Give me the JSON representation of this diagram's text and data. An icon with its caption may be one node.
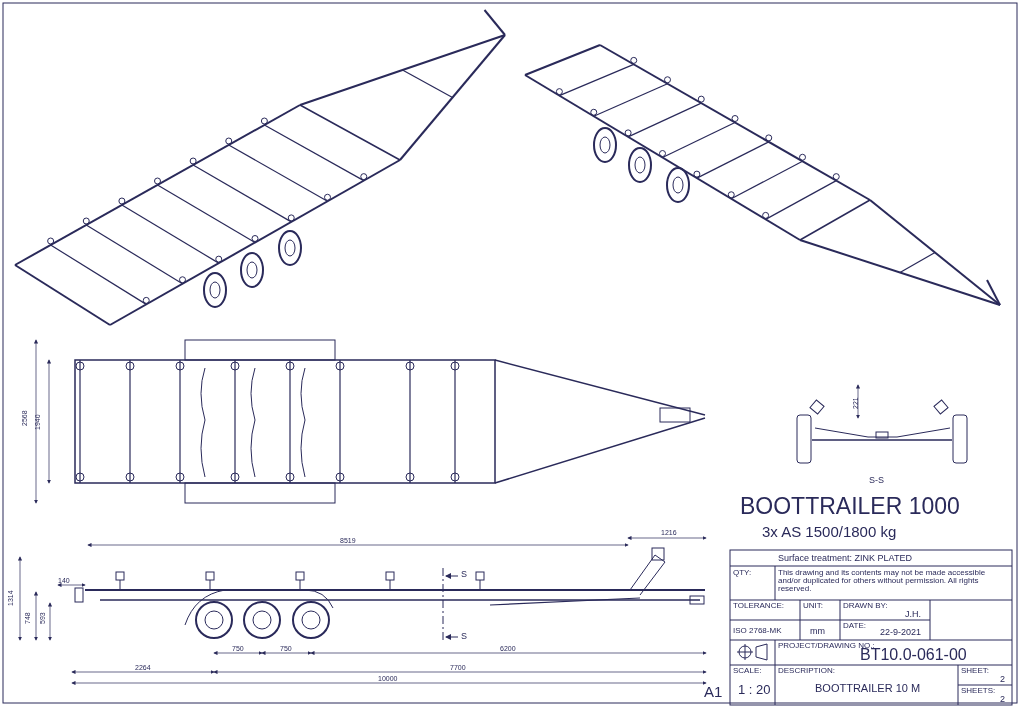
{
  "diagram": {
    "title": "BOOTTRAILER 1000",
    "labels": [
      "3x AS 1500/1800 kg",
      "2568",
      "1940",
      "221",
      "S-S",
      "8519",
      "1216",
      "1314",
      "140",
      "748",
      "593",
      "S",
      "S",
      "750",
      "750",
      "6200",
      "2264",
      "7700",
      "10000",
      "Surface treatment: ZINK PLATED",
      "QTY:",
      "This drawing and its contents may not be made accessible and/or duplicated for others without permission. All rights reserved.",
      "TOLERANCE:",
      "UNIT:",
      "DRAWN BY:",
      "J.H.",
      "ISO 2768-MK",
      "mm",
      "DATE:",
      "22-9-2021",
      "PROJECT/DRAWING NO.:",
      "BT10.0-061-00",
      "A1",
      "SCALE:",
      "1 : 20",
      "DESCRIPTION:",
      "BOOTTRAILER 10 M",
      "SHEET:",
      "2",
      "SHEETS:",
      "2"
    ]
  }
}
